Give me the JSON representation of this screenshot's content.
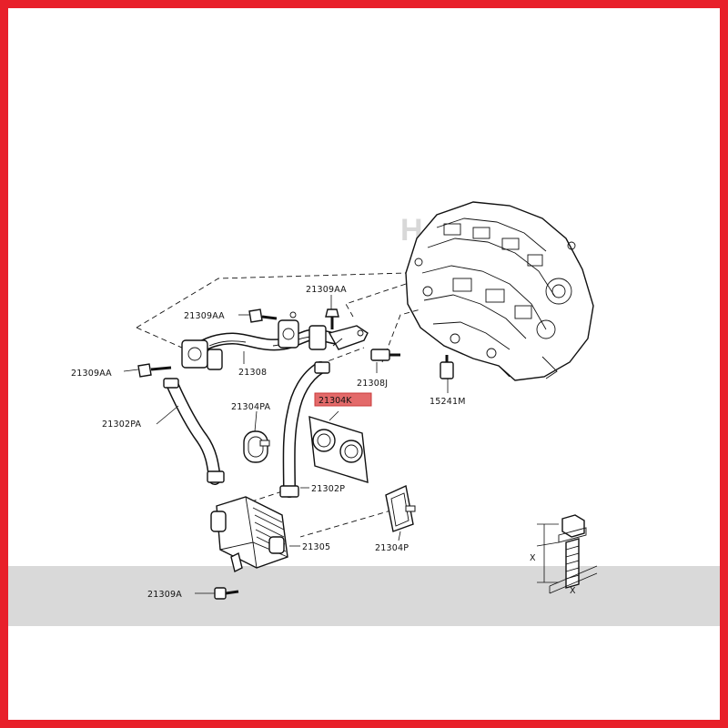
{
  "watermark": "H",
  "highlight_color": "#e36a6a",
  "frame_color": "#e8202a",
  "labels": {
    "p21309AA_top": "21309AA",
    "p21309AA_mid": "21309AA",
    "p21309AA_left": "21309AA",
    "p21308": "21308",
    "p21308J": "21308J",
    "p15241M": "15241M",
    "p21304K": "21304K",
    "p21304PA": "21304PA",
    "p21302PA": "21302PA",
    "p21302P": "21302P",
    "p21305": "21305",
    "p21304P": "21304P",
    "p21309A": "21309A",
    "dim_x1": "X",
    "dim_x2": "X"
  }
}
